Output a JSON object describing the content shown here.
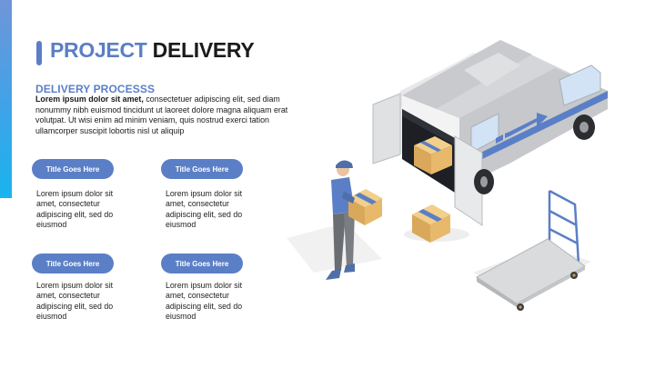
{
  "title": {
    "word1": "PROJECT",
    "word2": "DELIVERY"
  },
  "subtitle": "DELIVERY PROCESSS",
  "intro": {
    "bold": "Lorem ipsum dolor sit amet,",
    "rest": " consectetuer adipiscing elit, sed diam nonummy nibh euismod tincidunt ut laoreet dolore magna aliquam erat volutpat. Ut wisi enim ad minim veniam, quis nostrud exerci tation ullamcorper suscipit lobortis nisl ut aliquip"
  },
  "cards": [
    {
      "label": "Title Goes Here",
      "text": "Lorem ipsum dolor sit amet, consectetur adipiscing elit, sed do eiusmod"
    },
    {
      "label": "Title Goes Here",
      "text": "Lorem ipsum dolor sit amet, consectetur adipiscing elit, sed do eiusmod"
    },
    {
      "label": "Title Goes Here",
      "text": "Lorem ipsum dolor sit amet, consectetur adipiscing elit, sed do eiusmod"
    },
    {
      "label": "Title Goes Here",
      "text": "Lorem ipsum dolor sit amet, consectetur adipiscing elit, sed do eiusmod"
    }
  ],
  "colors": {
    "accent": "#5b7fc6",
    "text": "#1b1b1b",
    "edge_gradient_top": "#6f95d8",
    "edge_gradient_bottom": "#19b4ee"
  },
  "illustration": {
    "icons": [
      "delivery-van-icon",
      "courier-person-icon",
      "cardboard-box-icon",
      "hand-truck-icon"
    ]
  }
}
